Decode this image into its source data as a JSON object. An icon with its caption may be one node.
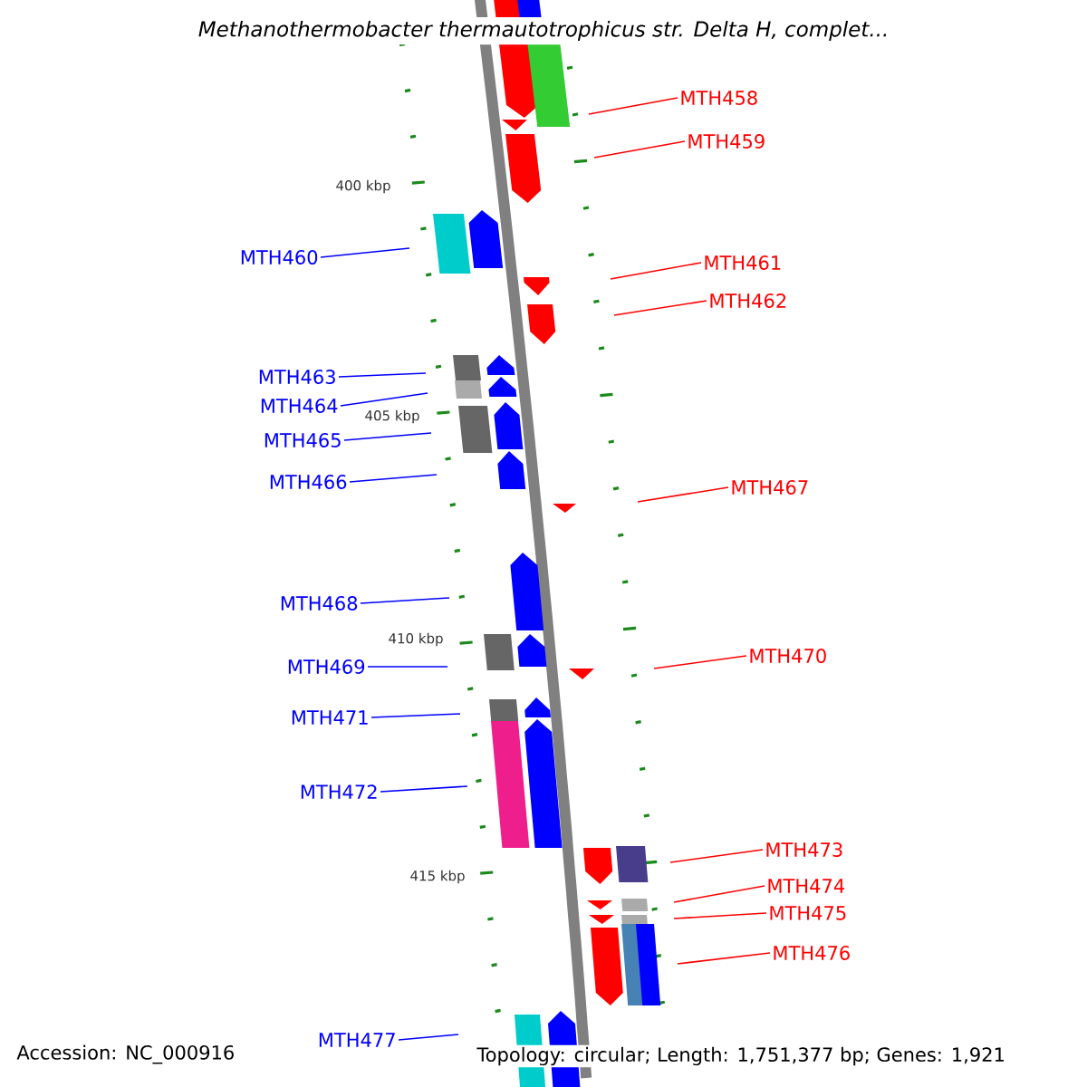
{
  "diagram": {
    "title": "Methanothermobacter thermautotrophicus str. Delta H, complet...",
    "nodes": [
      {
        "text": [
          "MTH458"
        ]
      },
      {
        "text": [
          "MTH459"
        ]
      },
      {
        "text": [
          "MTH460"
        ]
      },
      {
        "text": [
          "MTH461"
        ]
      },
      {
        "text": [
          "MTH462"
        ]
      },
      {
        "text": [
          "MTH463"
        ]
      },
      {
        "text": [
          "MTH464"
        ]
      },
      {
        "text": [
          "MTH465"
        ]
      },
      {
        "text": [
          "MTH466"
        ]
      },
      {
        "text": [
          "MTH467"
        ]
      },
      {
        "text": [
          "MTH468"
        ]
      },
      {
        "text": [
          "MTH470"
        ]
      },
      {
        "text": [
          "MTH469"
        ]
      },
      {
        "text": [
          "MTH471"
        ]
      },
      {
        "text": [
          "MTH472"
        ]
      },
      {
        "text": [
          "MTH473"
        ]
      },
      {
        "text": [
          "MTH474"
        ]
      },
      {
        "text": [
          "MTH475"
        ]
      },
      {
        "text": [
          "MTH476"
        ]
      },
      {
        "text": [
          "MTH477"
        ]
      }
    ],
    "edges": [
      {
        "from": 0,
        "to": null,
        "arrow": "none"
      },
      {
        "from": 1,
        "to": null,
        "arrow": "none"
      },
      {
        "from": 2,
        "to": null,
        "arrow": "none",
        "color": "#0000ff"
      },
      {
        "from": 3,
        "to": null,
        "arrow": "none"
      },
      {
        "from": 4,
        "to": null,
        "arrow": "none"
      },
      {
        "from": 5,
        "to": null,
        "arrow": "none",
        "color": "#0000ff"
      },
      {
        "from": 6,
        "to": null,
        "arrow": "none",
        "color": "#0000ff"
      },
      {
        "from": 7,
        "to": null,
        "arrow": "none",
        "color": "#0000ff"
      },
      {
        "from": 8,
        "to": null,
        "arrow": "none",
        "color": "#0000ff"
      },
      {
        "from": 9,
        "to": null,
        "arrow": "none"
      },
      {
        "from": 10,
        "to": null,
        "arrow": "none",
        "color": "#0000ff"
      },
      {
        "from": 11,
        "to": null,
        "arrow": "none"
      },
      {
        "from": 12,
        "to": null,
        "arrow": "none",
        "color": "#0000ff"
      },
      {
        "from": 13,
        "to": null,
        "arrow": "none",
        "color": "#0000ff"
      },
      {
        "from": 14,
        "to": null,
        "arrow": "none",
        "color": "#0000ff"
      },
      {
        "from": 15,
        "to": null,
        "arrow": "none"
      },
      {
        "from": 16,
        "to": null,
        "arrow": "none"
      },
      {
        "from": 17,
        "to": null,
        "arrow": "none"
      },
      {
        "from": 18,
        "to": null,
        "arrow": "none"
      },
      {
        "from": 19,
        "to": null,
        "arrow": "none",
        "color": "#0000ff"
      }
    ],
    "labels": [
      "400 kbp",
      "405 kbp",
      "410 kbp",
      "415 kbp",
      "Accession: NC_000916",
      "Topology: circular; Length: 1,751,377 bp; Genes: 1,921"
    ]
  }
}
